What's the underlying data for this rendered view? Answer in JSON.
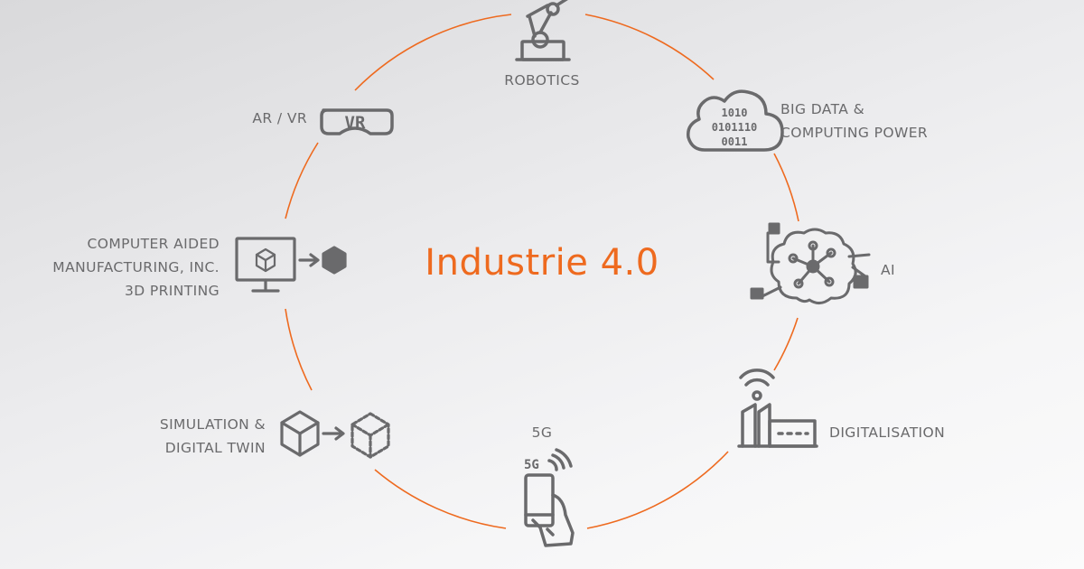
{
  "title": "Industrie 4.0",
  "colors": {
    "accent": "#ee6a1f",
    "icon": "#6a6a6c",
    "text": "#6a6a6c"
  },
  "nodes": {
    "robotics": {
      "label": [
        "ROBOTICS"
      ],
      "icon": "robot-arm-icon"
    },
    "big_data": {
      "label": [
        "BIG DATA &",
        "COMPUTING POWER"
      ],
      "icon": "cloud-binary-icon",
      "binary": [
        "1010",
        "0101110",
        "0011"
      ]
    },
    "ai": {
      "label": [
        "AI"
      ],
      "icon": "brain-circuit-icon"
    },
    "digitalisation": {
      "label": [
        "DIGITALISATION"
      ],
      "icon": "smart-factory-icon"
    },
    "five_g": {
      "label": [
        "5G"
      ],
      "icon": "smartphone-5g-icon",
      "badge": "5G"
    },
    "simulation": {
      "label": [
        "SIMULATION &",
        "DIGITAL TWIN"
      ],
      "icon": "cube-to-wireframe-icon"
    },
    "cam": {
      "label": [
        "COMPUTER AIDED",
        "MANUFACTURING, INC.",
        "3D PRINTING"
      ],
      "icon": "monitor-to-hexagon-icon"
    },
    "ar_vr": {
      "label": [
        "AR / VR"
      ],
      "icon": "vr-goggles-icon",
      "badge": "VR"
    }
  }
}
